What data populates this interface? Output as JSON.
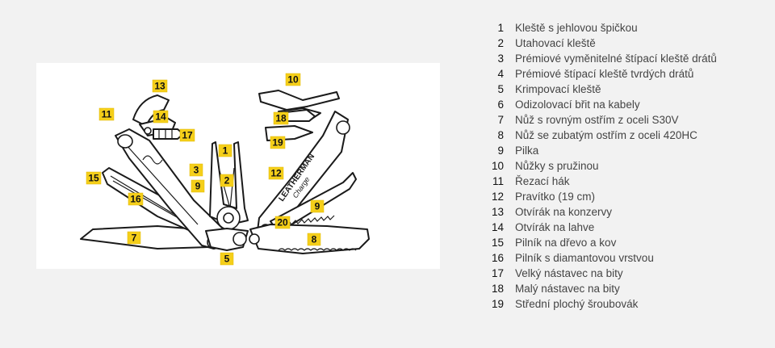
{
  "diagram": {
    "brand_text": "LEATHERMAN",
    "model_text": "Charge",
    "tags": [
      "13",
      "11",
      "14",
      "17",
      "15",
      "16",
      "7",
      "1",
      "3",
      "2",
      "9",
      "5",
      "10",
      "18",
      "19",
      "12",
      "9",
      "20",
      "8"
    ],
    "tag_color": "#f5cf1a"
  },
  "legend": [
    {
      "num": "1",
      "label": "Kleště s jehlovou špičkou"
    },
    {
      "num": "2",
      "label": "Utahovací kleště"
    },
    {
      "num": "3",
      "label": "Prémiové vyměnitelné štípací kleště drátů"
    },
    {
      "num": "4",
      "label": "Prémiové štípací kleště tvrdých drátů"
    },
    {
      "num": "5",
      "label": "Krimpovací kleště"
    },
    {
      "num": "6",
      "label": "Odizolovací břit na kabely"
    },
    {
      "num": "7",
      "label": "Nůž s rovným ostřím z oceli S30V"
    },
    {
      "num": "8",
      "label": "Nůž se zubatým ostřím z oceli 420HC"
    },
    {
      "num": "9",
      "label": "Pilka"
    },
    {
      "num": "10",
      "label": "Nůžky s pružinou"
    },
    {
      "num": "11",
      "label": "Řezací hák"
    },
    {
      "num": "12",
      "label": "Pravítko (19 cm)"
    },
    {
      "num": "13",
      "label": "Otvírák na konzervy"
    },
    {
      "num": "14",
      "label": "Otvírák na lahve"
    },
    {
      "num": "15",
      "label": "Pilník na dřevo a kov"
    },
    {
      "num": "16",
      "label": "Pilník s diamantovou vrstvou"
    },
    {
      "num": "17",
      "label": "Velký nástavec na bity"
    },
    {
      "num": "18",
      "label": "Malý nástavec na bity"
    },
    {
      "num": "19",
      "label": "Střední plochý šroubovák"
    }
  ]
}
